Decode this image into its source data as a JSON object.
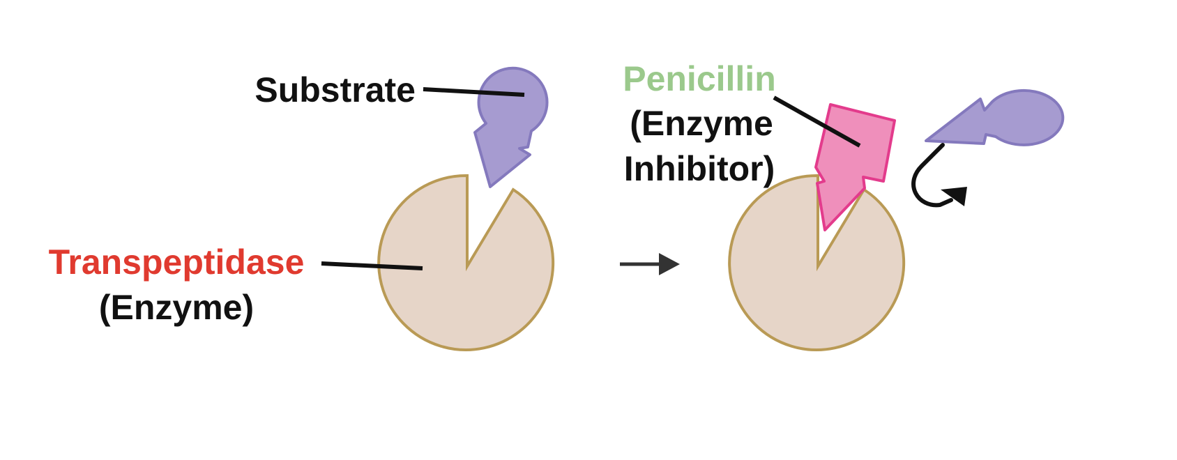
{
  "labels": {
    "substrate": "Substrate",
    "enzyme_name": "Transpeptidase",
    "enzyme_type": "(Enzyme)",
    "inhibitor_name": "Penicillin",
    "inhibitor_type_line1": "(Enzyme",
    "inhibitor_type_line2": "Inhibitor)"
  },
  "colors": {
    "enzyme_fill": "#e6d5c8",
    "enzyme_stroke": "#b99a55",
    "substrate_fill": "#a69bd0",
    "substrate_stroke": "#8479bd",
    "inhibitor_fill": "#ef8fbb",
    "inhibitor_stroke": "#e33b8c",
    "enzyme_name_color": "#e03a2f",
    "inhibitor_name_color": "#9bc98c",
    "text_color": "#111111",
    "arrow_color": "#333333"
  }
}
